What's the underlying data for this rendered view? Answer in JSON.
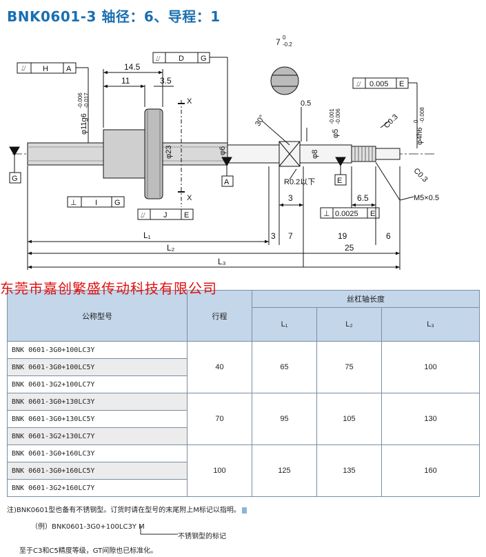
{
  "title": "BNK0601-3 轴径：6、导程：1",
  "drawing": {
    "labels": {
      "tol_h": [
        "H",
        "A"
      ],
      "tol_d": [
        "D",
        "G"
      ],
      "tol_i": [
        "I",
        "G"
      ],
      "tol_j": [
        "J",
        "E"
      ],
      "tol_e_top": [
        "0.005",
        "E"
      ],
      "tol_perp_small": [
        "0.0025",
        "E"
      ],
      "dim_14_5": "14.5",
      "dim_11": "11",
      "dim_3_5": "3.5",
      "dim_11g6": "φ11g6",
      "tol_11g6": [
        "-0.006",
        "-0.017"
      ],
      "dim_23": "φ23",
      "dim_6": "φ6",
      "dim_8": "φ8",
      "dim_5": "φ5",
      "tol_5": [
        "-0.001",
        "-0.006"
      ],
      "dim_4h6": "φ4h6",
      "tol_4h6": [
        "0",
        "-0.008"
      ],
      "dim_7": "7",
      "tol_7": [
        "0",
        "-0.2"
      ],
      "dim_30": "30°",
      "dim_0_5": "0.5",
      "x_marks": [
        "X",
        "X"
      ],
      "datum_g": "G",
      "datum_a": "A",
      "datum_e": "E",
      "r_note": "R0.2以下",
      "dim_3a": "3",
      "dim_3b": "3",
      "dim_7b": "7",
      "dim_19": "19",
      "dim_6b": "6",
      "dim_25": "25",
      "dim_6_5": "6.5",
      "thread": "M5×0.5",
      "c_top": "C0.3",
      "c_bottom": "C0.3",
      "L1": "L₁",
      "L2": "L₂",
      "L3": "L₃"
    }
  },
  "company": "东莞市嘉创繁盛传动科技有限公司",
  "table": {
    "headers": {
      "model": "公称型号",
      "stroke": "行程",
      "length_group": "丝杠轴长度",
      "L1": "L₁",
      "L2": "L₂",
      "L3": "L₃"
    },
    "groups": [
      {
        "models": [
          "BNK 0601-3G0+100LC3Y",
          "BNK 0601-3G0+100LC5Y",
          "BNK 0601-3G2+100LC7Y"
        ],
        "stroke": "40",
        "L1": "65",
        "L2": "75",
        "L3": "100"
      },
      {
        "models": [
          "BNK 0601-3G0+130LC3Y",
          "BNK 0601-3G0+130LC5Y",
          "BNK 0601-3G2+130LC7Y"
        ],
        "stroke": "70",
        "L1": "95",
        "L2": "105",
        "L3": "130"
      },
      {
        "models": [
          "BNK 0601-3G0+160LC3Y",
          "BNK 0601-3G0+160LC5Y",
          "BNK 0601-3G2+160LC7Y"
        ],
        "stroke": "100",
        "L1": "125",
        "L2": "135",
        "L3": "160"
      }
    ]
  },
  "notes": {
    "note1": "注)BNK0601型也备有不锈钢型。订货时请在型号的末尾附上M标记以指明。",
    "example": "（例）BNK0601-3G0+100LC3Y M",
    "stainless_mark": "不锈钢型的标记",
    "note2": "至于C3和C5精度等级，GT间隙也已标准化。"
  }
}
